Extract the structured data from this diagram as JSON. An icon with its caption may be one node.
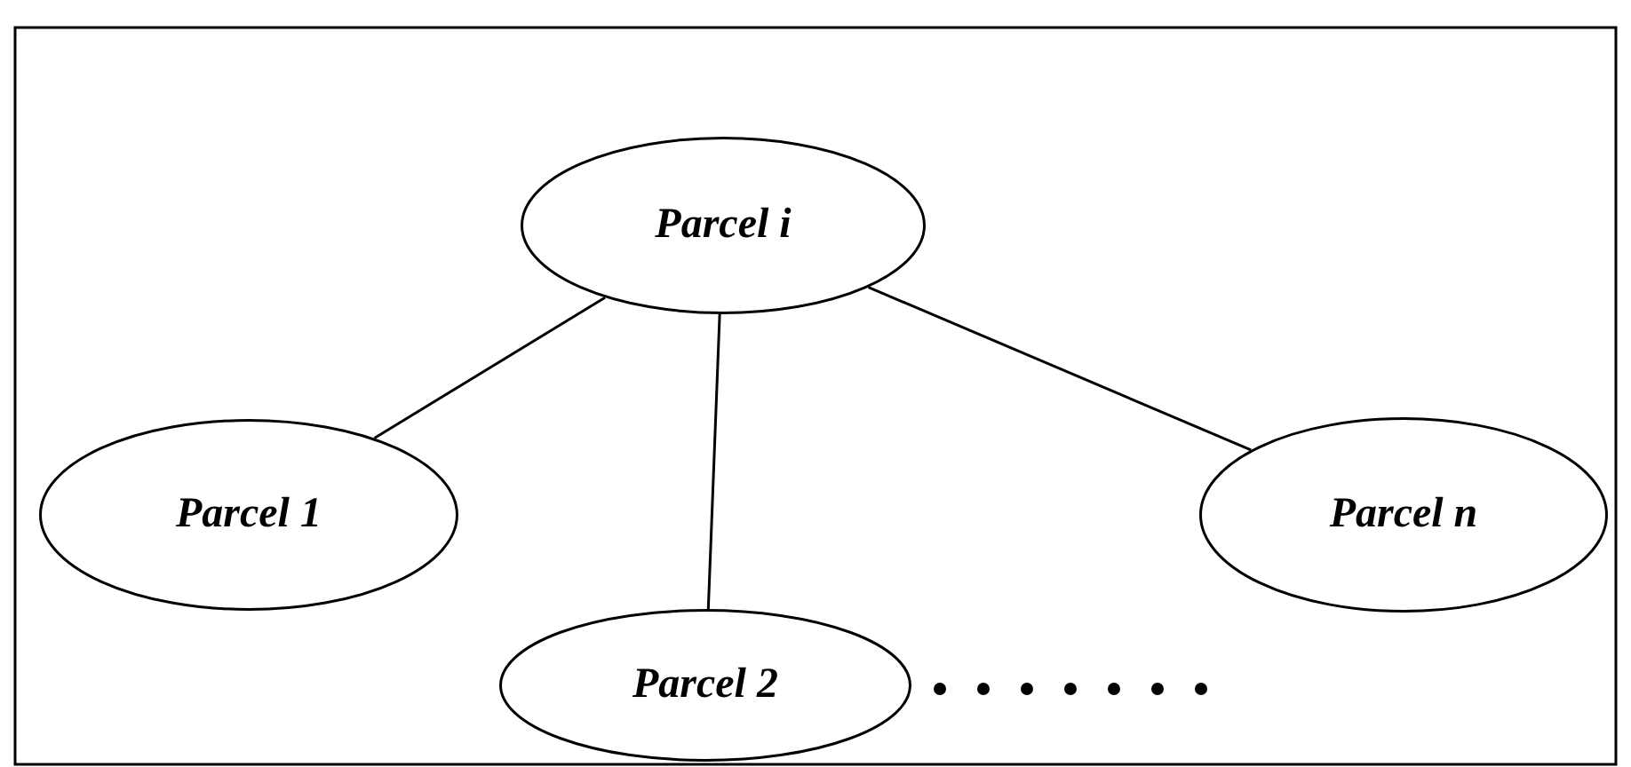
{
  "diagram": {
    "nodes": [
      {
        "text": [
          "Parcel i"
        ]
      },
      {
        "text": [
          "Parcel 1"
        ]
      },
      {
        "text": [
          "Parcel 2"
        ]
      },
      {
        "text": [
          "Parcel n"
        ]
      }
    ],
    "edges": [
      {
        "from": 0,
        "to": 1,
        "arrow": "none"
      },
      {
        "from": 0,
        "to": 2,
        "arrow": "none"
      },
      {
        "from": 0,
        "to": 3,
        "arrow": "none"
      }
    ]
  }
}
